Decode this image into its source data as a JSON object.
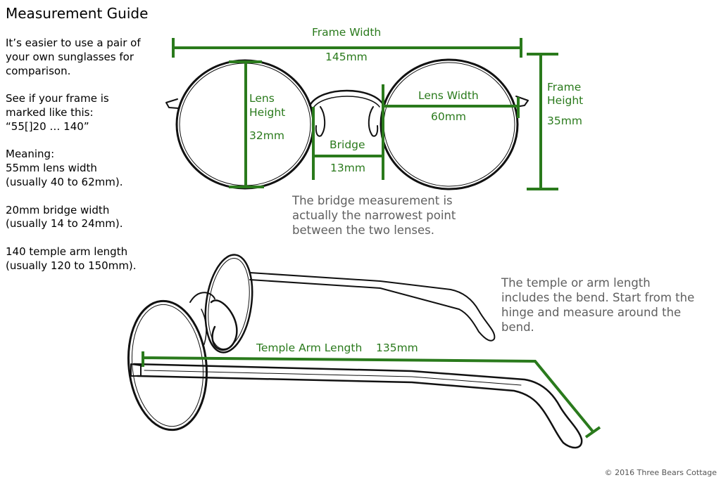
{
  "title": "Measurement Guide",
  "guide": {
    "p1": [
      "It’s easier to use a pair of",
      "your own sunglasses for",
      "comparison."
    ],
    "p2": [
      "See if your frame is",
      "marked like this:",
      "“55[]20 … 140”"
    ],
    "p3": [
      "Meaning:",
      "55mm lens width",
      "(usually 40 to 62mm)."
    ],
    "p4": [
      "20mm bridge width",
      "(usually 14 to 24mm)."
    ],
    "p5": [
      "140 temple arm length",
      "(usually 120 to 150mm)."
    ]
  },
  "labels": {
    "frame_width": "Frame Width",
    "frame_width_value": "145mm",
    "lens_height_1": "Lens",
    "lens_height_2": "Height",
    "lens_height_value": "32mm",
    "lens_width": "Lens Width",
    "lens_width_value": "60mm",
    "frame_height_1": "Frame",
    "frame_height_2": "Height",
    "frame_height_value": "35mm",
    "bridge": "Bridge",
    "bridge_value": "13mm",
    "temple": "Temple Arm Length",
    "temple_value": "135mm"
  },
  "notes": {
    "bridge": [
      "The bridge measurement is",
      "actually the narrowest point",
      "between the two lenses."
    ],
    "temple": [
      "The temple or arm length",
      "includes the bend. Start from the",
      "hinge and measure around the",
      "bend."
    ]
  },
  "copyright": "© 2016 Three Bears Cottage",
  "colors": {
    "measure": "#2a7a1c",
    "note": "#5f5f5f",
    "ink": "#111111"
  }
}
